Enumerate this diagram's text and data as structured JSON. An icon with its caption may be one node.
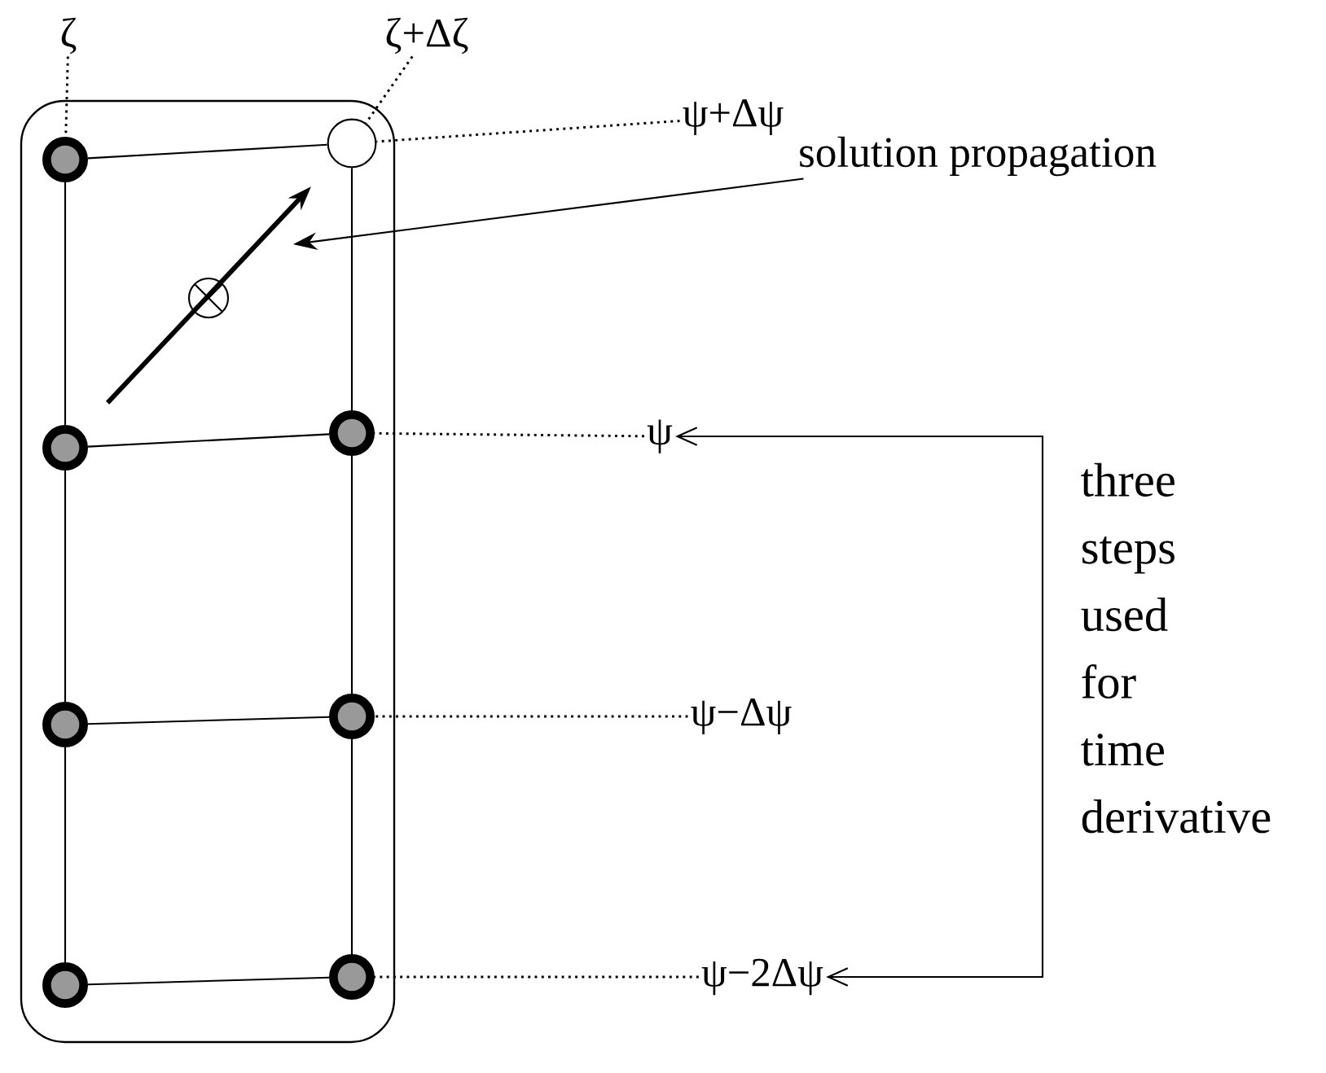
{
  "diagram": {
    "nodes": [
      {
        "text": [],
        "shape": "box"
      },
      {
        "text": [],
        "shape": "circle",
        "in": 0
      },
      {
        "text": [],
        "shape": "circle",
        "in": 0
      },
      {
        "text": [],
        "shape": "circle",
        "in": 0
      },
      {
        "text": [],
        "shape": "circle",
        "in": 0
      },
      {
        "text": [],
        "shape": "circle",
        "in": 0
      },
      {
        "text": [],
        "shape": "circle",
        "in": 0
      },
      {
        "text": [],
        "shape": "circle",
        "in": 0
      },
      {
        "text": [],
        "shape": "circle",
        "in": 0
      },
      {
        "text": [
          "ζ"
        ]
      },
      {
        "text": [
          "ζ+Δζ"
        ]
      },
      {
        "text": [
          "ψ+Δψ"
        ]
      },
      {
        "text": [
          "ψ"
        ]
      },
      {
        "text": [
          "ψ−Δψ"
        ]
      },
      {
        "text": [
          "ψ−2Δψ"
        ]
      },
      {
        "text": [
          "solution propagation"
        ]
      },
      {
        "text": [
          "three steps used for time derivative"
        ]
      }
    ],
    "edges": [
      {
        "from": 1,
        "to": 2,
        "arrow": "none"
      },
      {
        "from": 3,
        "to": 4,
        "arrow": "none"
      },
      {
        "from": 5,
        "to": 6,
        "arrow": "none"
      },
      {
        "from": 7,
        "to": 8,
        "arrow": "none"
      },
      {
        "from": 1,
        "to": 3,
        "arrow": "none"
      },
      {
        "from": 3,
        "to": 5,
        "arrow": "none"
      },
      {
        "from": 5,
        "to": 7,
        "arrow": "none"
      },
      {
        "from": 2,
        "to": 4,
        "arrow": "none"
      },
      {
        "from": 4,
        "to": 6,
        "arrow": "none"
      },
      {
        "from": 6,
        "to": 8,
        "arrow": "none"
      },
      {
        "from": 3,
        "to": 2,
        "arrow": "to",
        "style": "thick"
      },
      {
        "from": 9,
        "to": 1,
        "arrow": "none",
        "style": "dashed"
      },
      {
        "from": 10,
        "to": 2,
        "arrow": "none",
        "style": "dashed"
      },
      {
        "from": 11,
        "to": 2,
        "arrow": "none",
        "style": "dashed"
      },
      {
        "from": 12,
        "to": 4,
        "arrow": "none",
        "style": "dashed"
      },
      {
        "from": 13,
        "to": 6,
        "arrow": "none",
        "style": "dashed"
      },
      {
        "from": 14,
        "to": 8,
        "arrow": "none",
        "style": "dashed"
      },
      {
        "from": 15,
        "to": null,
        "arrow": "to"
      },
      {
        "from": 16,
        "to": 12,
        "arrow": "to"
      },
      {
        "from": 16,
        "to": 14,
        "arrow": "to"
      }
    ]
  }
}
